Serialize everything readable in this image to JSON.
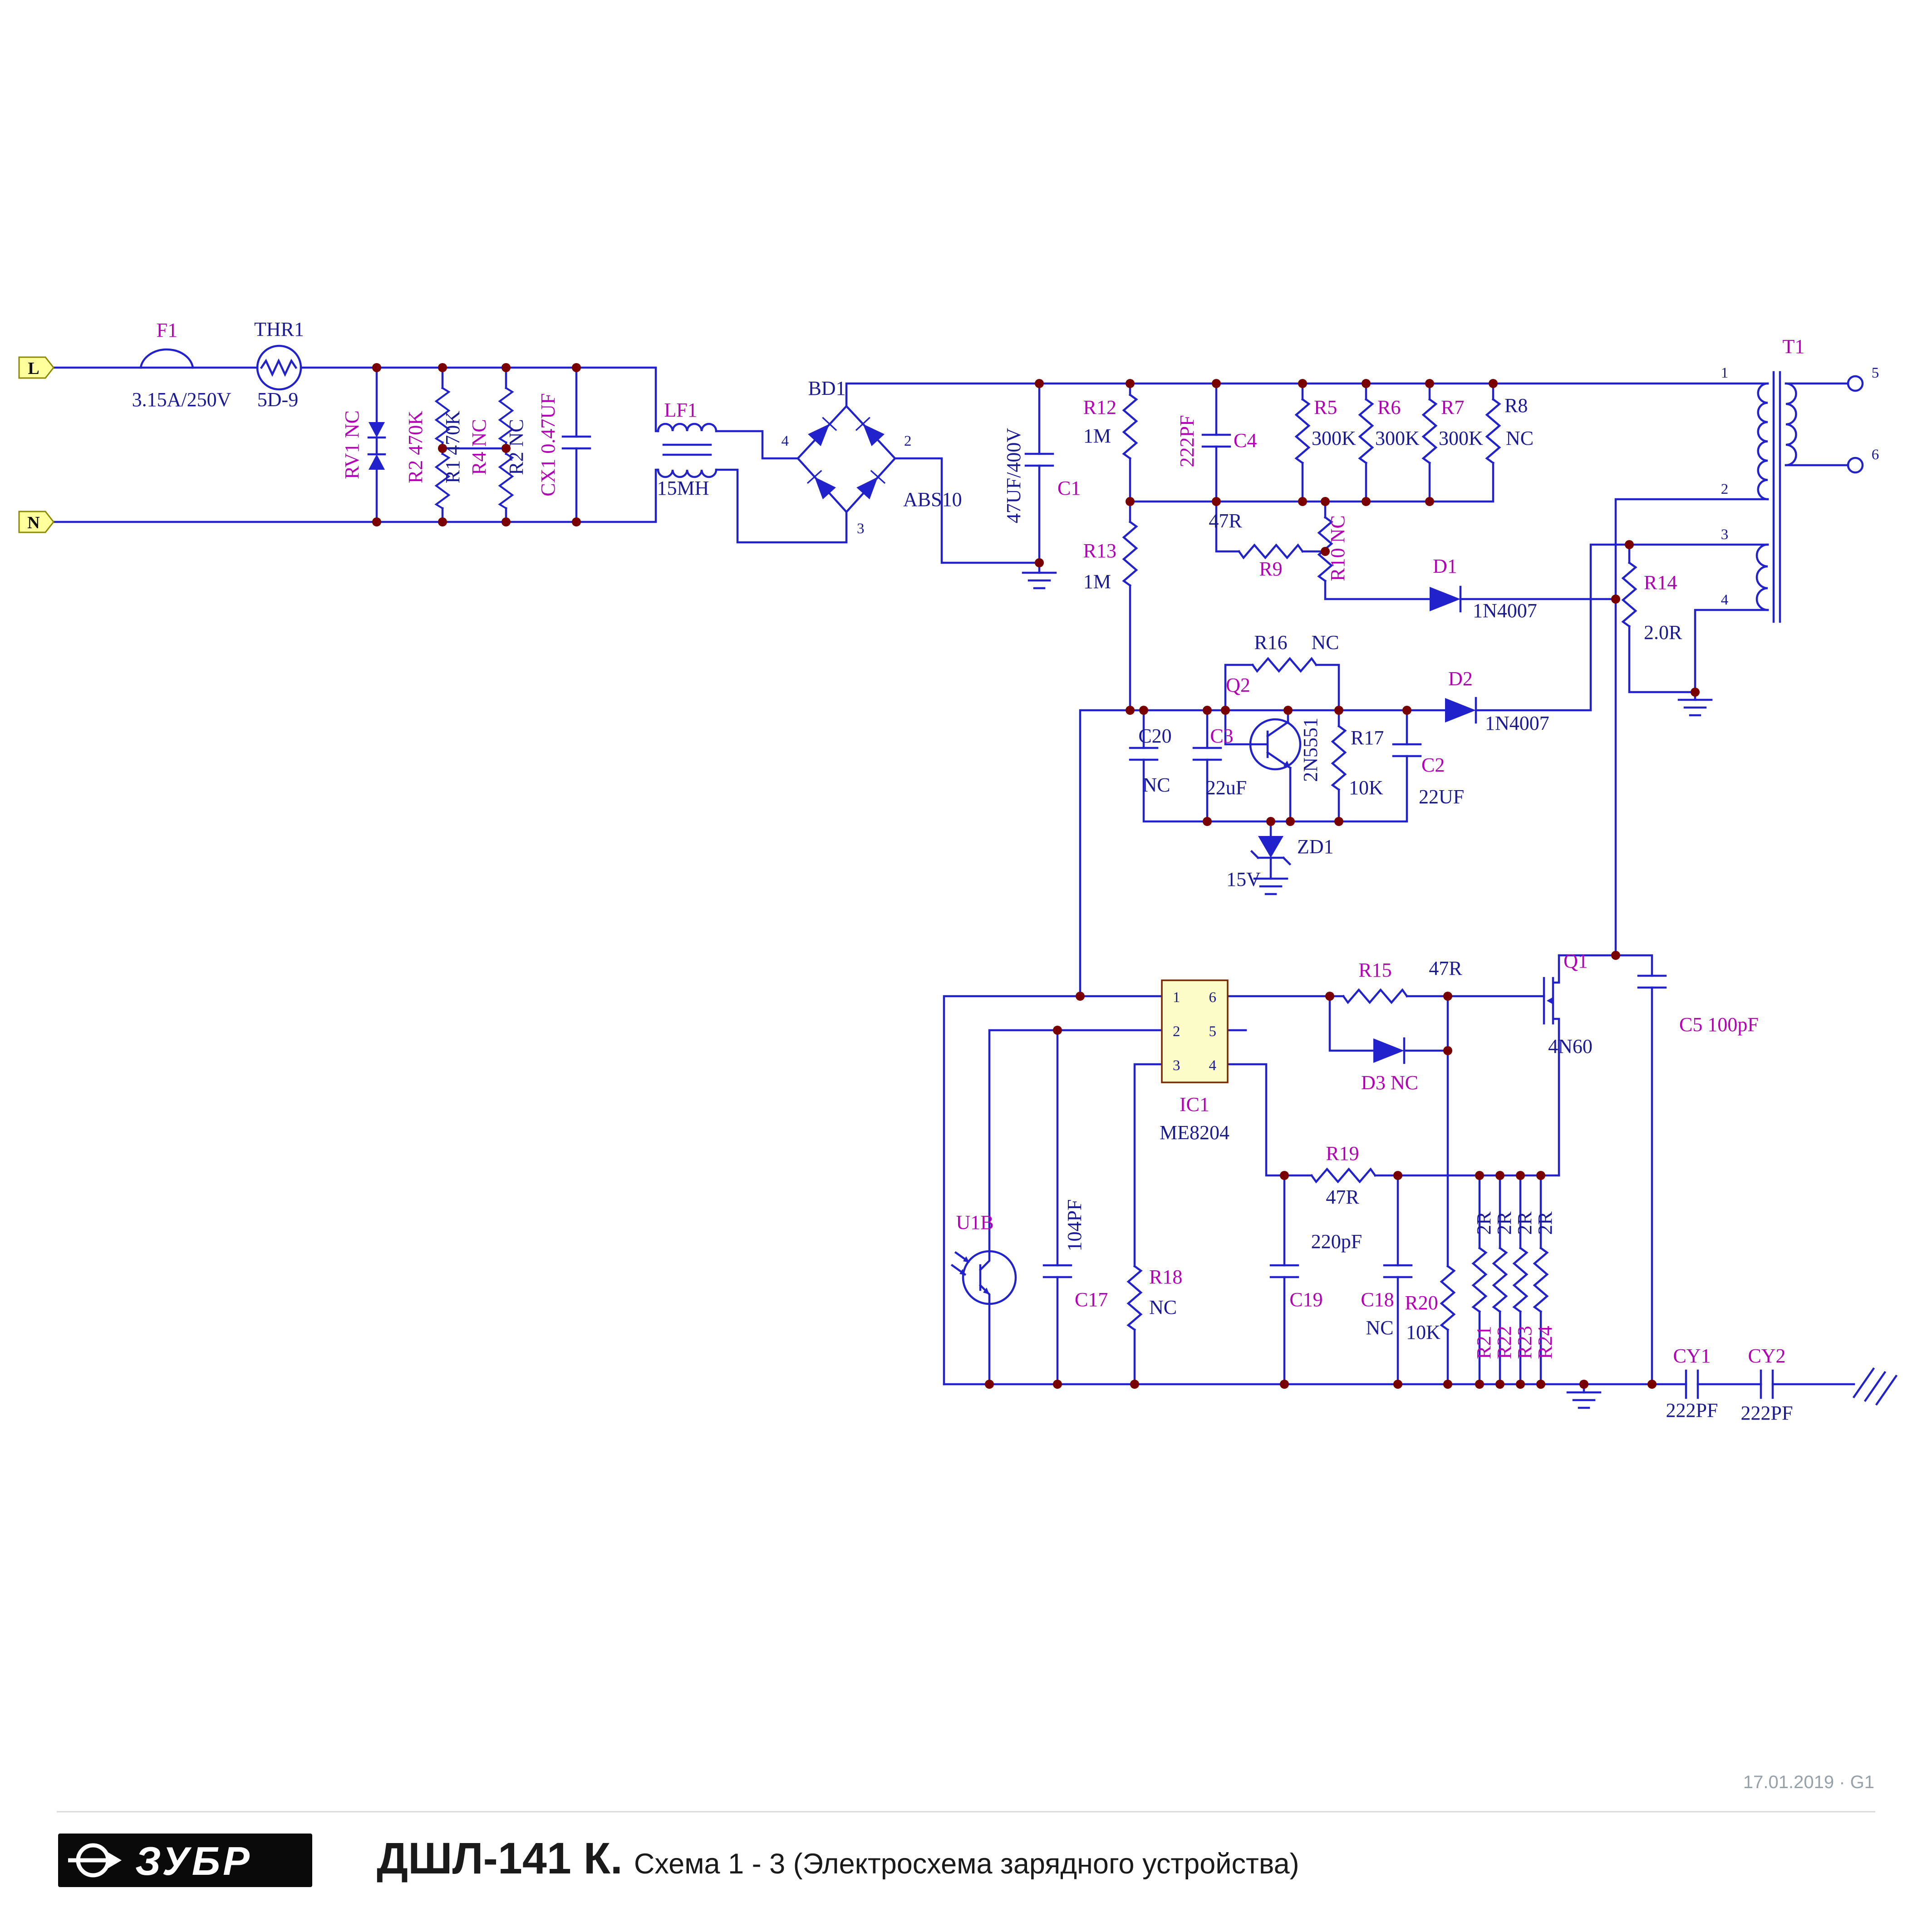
{
  "colors": {
    "wire": "#2222cc",
    "label_primary": "#b400b4",
    "label_secondary": "#1a1a96",
    "junction": "#7a0000",
    "ic_fill": "#fcfcc8",
    "terminal_fill": "#ffff9c"
  },
  "terminals": {
    "live": "L",
    "neutral": "N"
  },
  "components": {
    "f1": {
      "ref": "F1",
      "value": "3.15A/250V"
    },
    "thr1": {
      "ref": "THR1",
      "value": "5D-9"
    },
    "rv1": {
      "ref": "RV1 NC"
    },
    "r2_top": {
      "ref": "R2 470K"
    },
    "r1": {
      "ref": "R1 470K"
    },
    "r4": {
      "ref": "R4 NC"
    },
    "r2_bottom": {
      "ref": "R2 NC"
    },
    "cx1": {
      "ref": "CX1 0.47UF"
    },
    "lf1": {
      "ref": "LF1",
      "value": "15MH"
    },
    "bd1": {
      "ref": "BD1",
      "value": "ABS10",
      "pin_left": "4",
      "pin_right": "2",
      "pin_bottom": "3"
    },
    "c1": {
      "ref": "C1",
      "value": "47UF/400V"
    },
    "r12": {
      "ref": "R12",
      "value": "1M"
    },
    "r13": {
      "ref": "R13",
      "value": "1M"
    },
    "c4": {
      "ref": "C4",
      "value": "222PF"
    },
    "r5": {
      "ref": "R5",
      "value": "300K"
    },
    "r6": {
      "ref": "R6",
      "value": "300K"
    },
    "r7": {
      "ref": "R7",
      "value": "300K"
    },
    "r8": {
      "ref": "R8",
      "value": "NC"
    },
    "r9": {
      "ref": "R9",
      "value": "47R"
    },
    "r10": {
      "ref": "R10 NC"
    },
    "d1": {
      "ref": "D1",
      "value": "1N4007"
    },
    "t1": {
      "ref": "T1",
      "pins": [
        "1",
        "2",
        "3",
        "4",
        "5",
        "6"
      ]
    },
    "r14": {
      "ref": "R14",
      "value": "2.0R"
    },
    "d2": {
      "ref": "D2",
      "value": "1N4007"
    },
    "r16": {
      "ref": "R16",
      "value": "NC"
    },
    "q2": {
      "ref": "Q2",
      "value": "2N5551"
    },
    "c20": {
      "ref": "C20",
      "value": "NC"
    },
    "c3": {
      "ref": "C3",
      "value": "22uF"
    },
    "r17": {
      "ref": "R17",
      "value": "10K"
    },
    "c2": {
      "ref": "C2",
      "value": "22UF"
    },
    "zd1": {
      "ref": "ZD1",
      "value": "15V"
    },
    "ic1": {
      "ref": "IC1",
      "value": "ME8204",
      "pins": [
        "1",
        "2",
        "3",
        "4",
        "5",
        "6"
      ]
    },
    "r15": {
      "ref": "R15",
      "value": "47R"
    },
    "q1": {
      "ref": "Q1",
      "value": "4N60"
    },
    "c5": {
      "ref": "C5 100pF"
    },
    "d3": {
      "ref": "D3 NC"
    },
    "r19": {
      "ref": "R19",
      "value": "47R"
    },
    "c19": {
      "ref": "C19",
      "value": "220pF"
    },
    "c18": {
      "ref": "C18",
      "value": "NC"
    },
    "r20": {
      "ref": "R20",
      "value": "10K"
    },
    "r21": {
      "ref": "R21",
      "value": "2R"
    },
    "r22": {
      "ref": "R22",
      "value": "2R"
    },
    "r23": {
      "ref": "R23",
      "value": "2R"
    },
    "r24": {
      "ref": "R24",
      "value": "2R"
    },
    "u1b": {
      "ref": "U1B"
    },
    "c17": {
      "ref": "C17",
      "value": "104PF"
    },
    "r18": {
      "ref": "R18",
      "value": "NC"
    },
    "cy1": {
      "ref": "CY1",
      "value": "222PF"
    },
    "cy2": {
      "ref": "CY2",
      "value": "222PF"
    }
  },
  "footer": {
    "brand": "ЗУБР",
    "model": "ДШЛ-141 К.",
    "subtitle": "Схема 1 - 3 (Электросхема зарядного устройства)",
    "revision": "17.01.2019 · G1"
  }
}
